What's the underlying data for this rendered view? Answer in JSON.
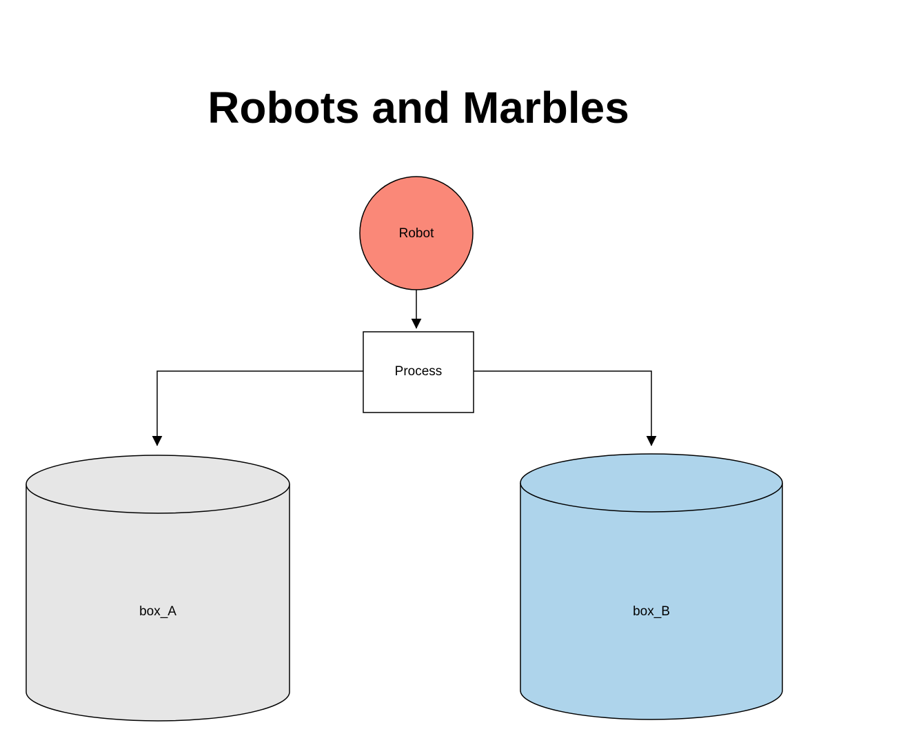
{
  "diagram": {
    "title": "Robots and Marbles",
    "nodes": {
      "robot": {
        "label": "Robot",
        "shape": "circle",
        "fill": "#FA8878"
      },
      "process": {
        "label": "Process",
        "shape": "rectangle",
        "fill": "#FFFFFF"
      },
      "box_a": {
        "label": "box_A",
        "shape": "cylinder",
        "fill": "#E6E6E6"
      },
      "box_b": {
        "label": "box_B",
        "shape": "cylinder",
        "fill": "#AED4EB"
      }
    },
    "edges": [
      {
        "from": "Robot",
        "to": "Process"
      },
      {
        "from": "Process",
        "to": "box_A"
      },
      {
        "from": "Process",
        "to": "box_B"
      }
    ],
    "colors": {
      "stroke": "#000000",
      "background": "#FFFFFF"
    }
  }
}
